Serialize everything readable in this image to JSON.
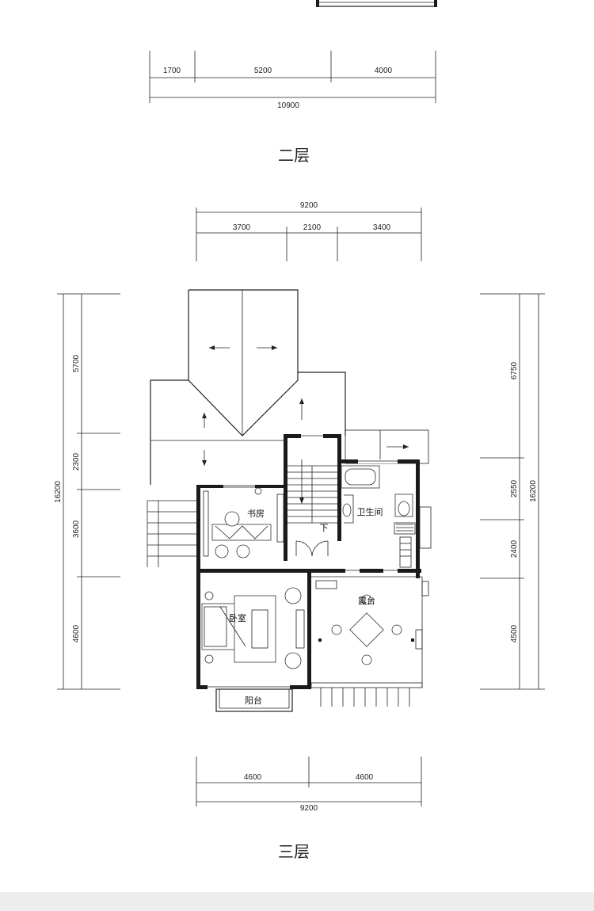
{
  "floor2": {
    "title": "二层",
    "top_dims": [
      "1700",
      "5200",
      "4000"
    ],
    "total_dim": "10900"
  },
  "floor3": {
    "title": "三层",
    "top_total": "9200",
    "top_dims": [
      "3700",
      "2100",
      "3400"
    ],
    "left_dims": [
      "5700",
      "2300",
      "3600",
      "4600"
    ],
    "left_total": "16200",
    "right_dims": [
      "6750",
      "2550",
      "2400",
      "4500"
    ],
    "right_total": "16200",
    "bottom_dims": [
      "4600",
      "4600"
    ],
    "bottom_total": "9200",
    "rooms": {
      "study": "书房",
      "bathroom": "卫生间",
      "stair_down": "下",
      "terrace": "露台",
      "bedroom": "卧室",
      "balcony": "阳台"
    }
  }
}
